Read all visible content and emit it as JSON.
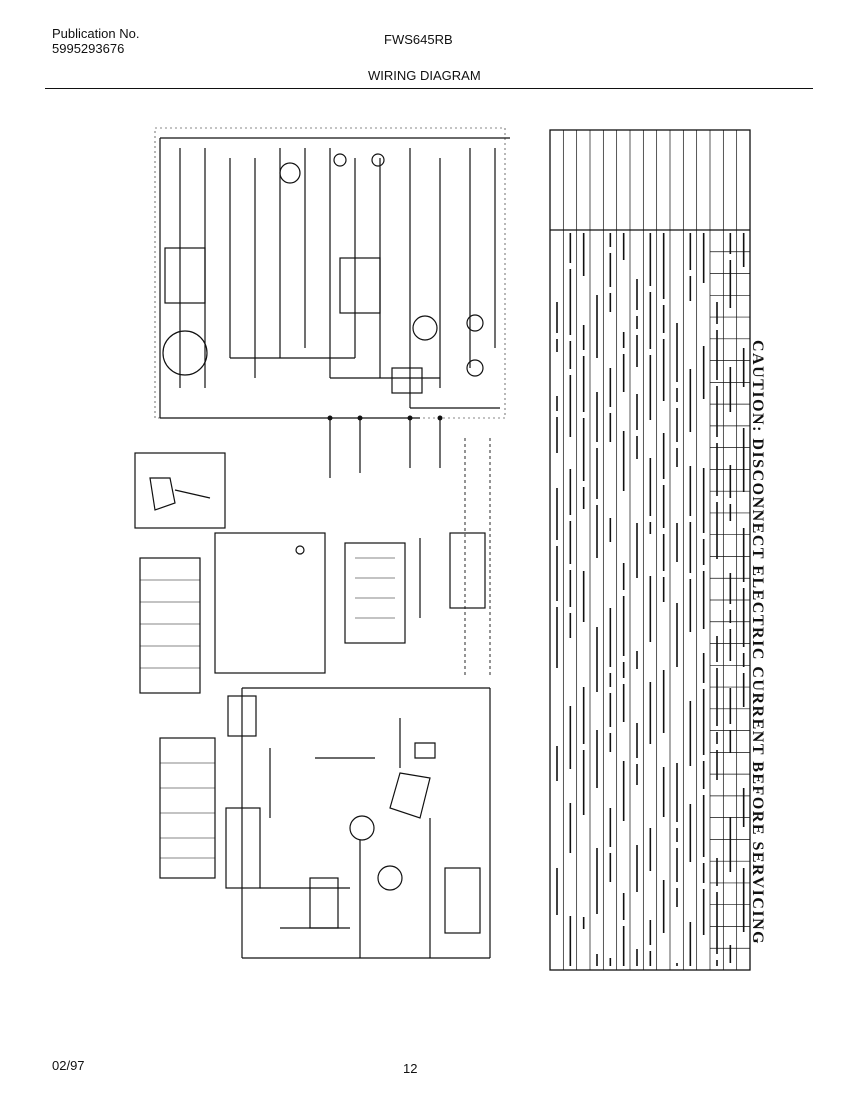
{
  "header": {
    "publication_label": "Publication No.",
    "publication_number": "5995293676",
    "model": "FWS645RB",
    "title": "WIRING DIAGRAM"
  },
  "diagram": {
    "caution": "CAUTION: DISCONNECT ELECTRIC CURRENT BEFORE SERVICING"
  },
  "footer": {
    "date": "02/97",
    "page_number": "12"
  }
}
